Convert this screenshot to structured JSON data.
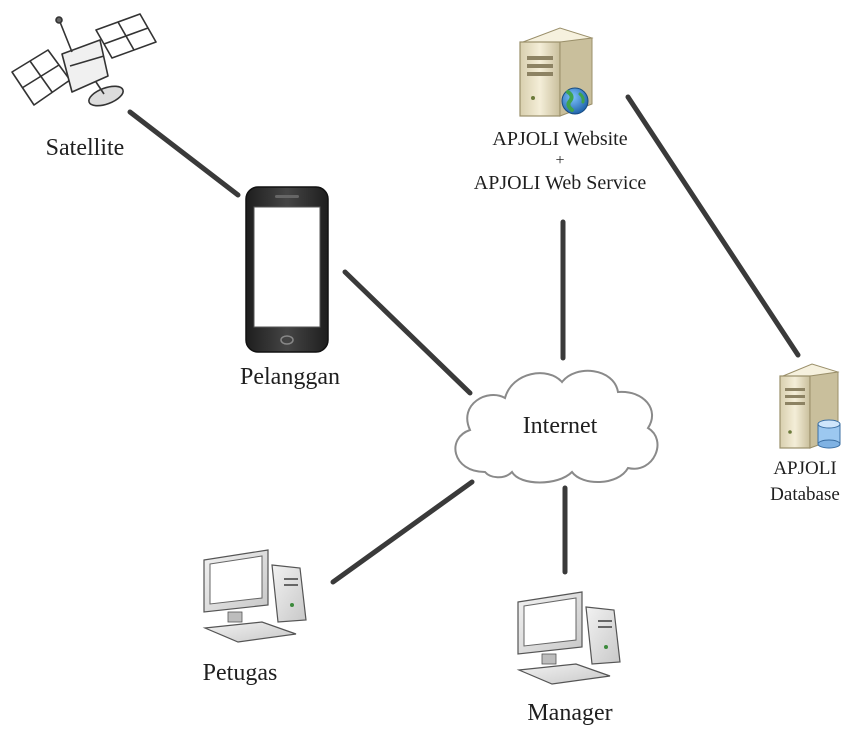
{
  "nodes": {
    "satellite": {
      "label": "Satellite"
    },
    "pelanggan": {
      "label": "Pelanggan"
    },
    "web_server": {
      "label_line1": "APJOLI Website",
      "label_line2": "+",
      "label_line3": "APJOLI Web Service"
    },
    "internet": {
      "label": "Internet"
    },
    "database": {
      "label_line1": "APJOLI",
      "label_line2": "Database"
    },
    "petugas": {
      "label": "Petugas"
    },
    "manager": {
      "label": "Manager"
    }
  },
  "connections": [
    {
      "from": "Satellite",
      "to": "Pelanggan"
    },
    {
      "from": "Pelanggan",
      "to": "Internet"
    },
    {
      "from": "APJOLI Website + APJOLI Web Service",
      "to": "Internet"
    },
    {
      "from": "APJOLI Website + APJOLI Web Service",
      "to": "APJOLI Database"
    },
    {
      "from": "Internet",
      "to": "Petugas"
    },
    {
      "from": "Internet",
      "to": "Manager"
    }
  ],
  "colors": {
    "line": "#3a3a3a",
    "cloud_fill": "#ffffff",
    "cloud_stroke": "#8a8a8a",
    "server_body": "#ece4c8",
    "phone_body": "#2c2c2c",
    "globe": "#2f7fc9"
  }
}
